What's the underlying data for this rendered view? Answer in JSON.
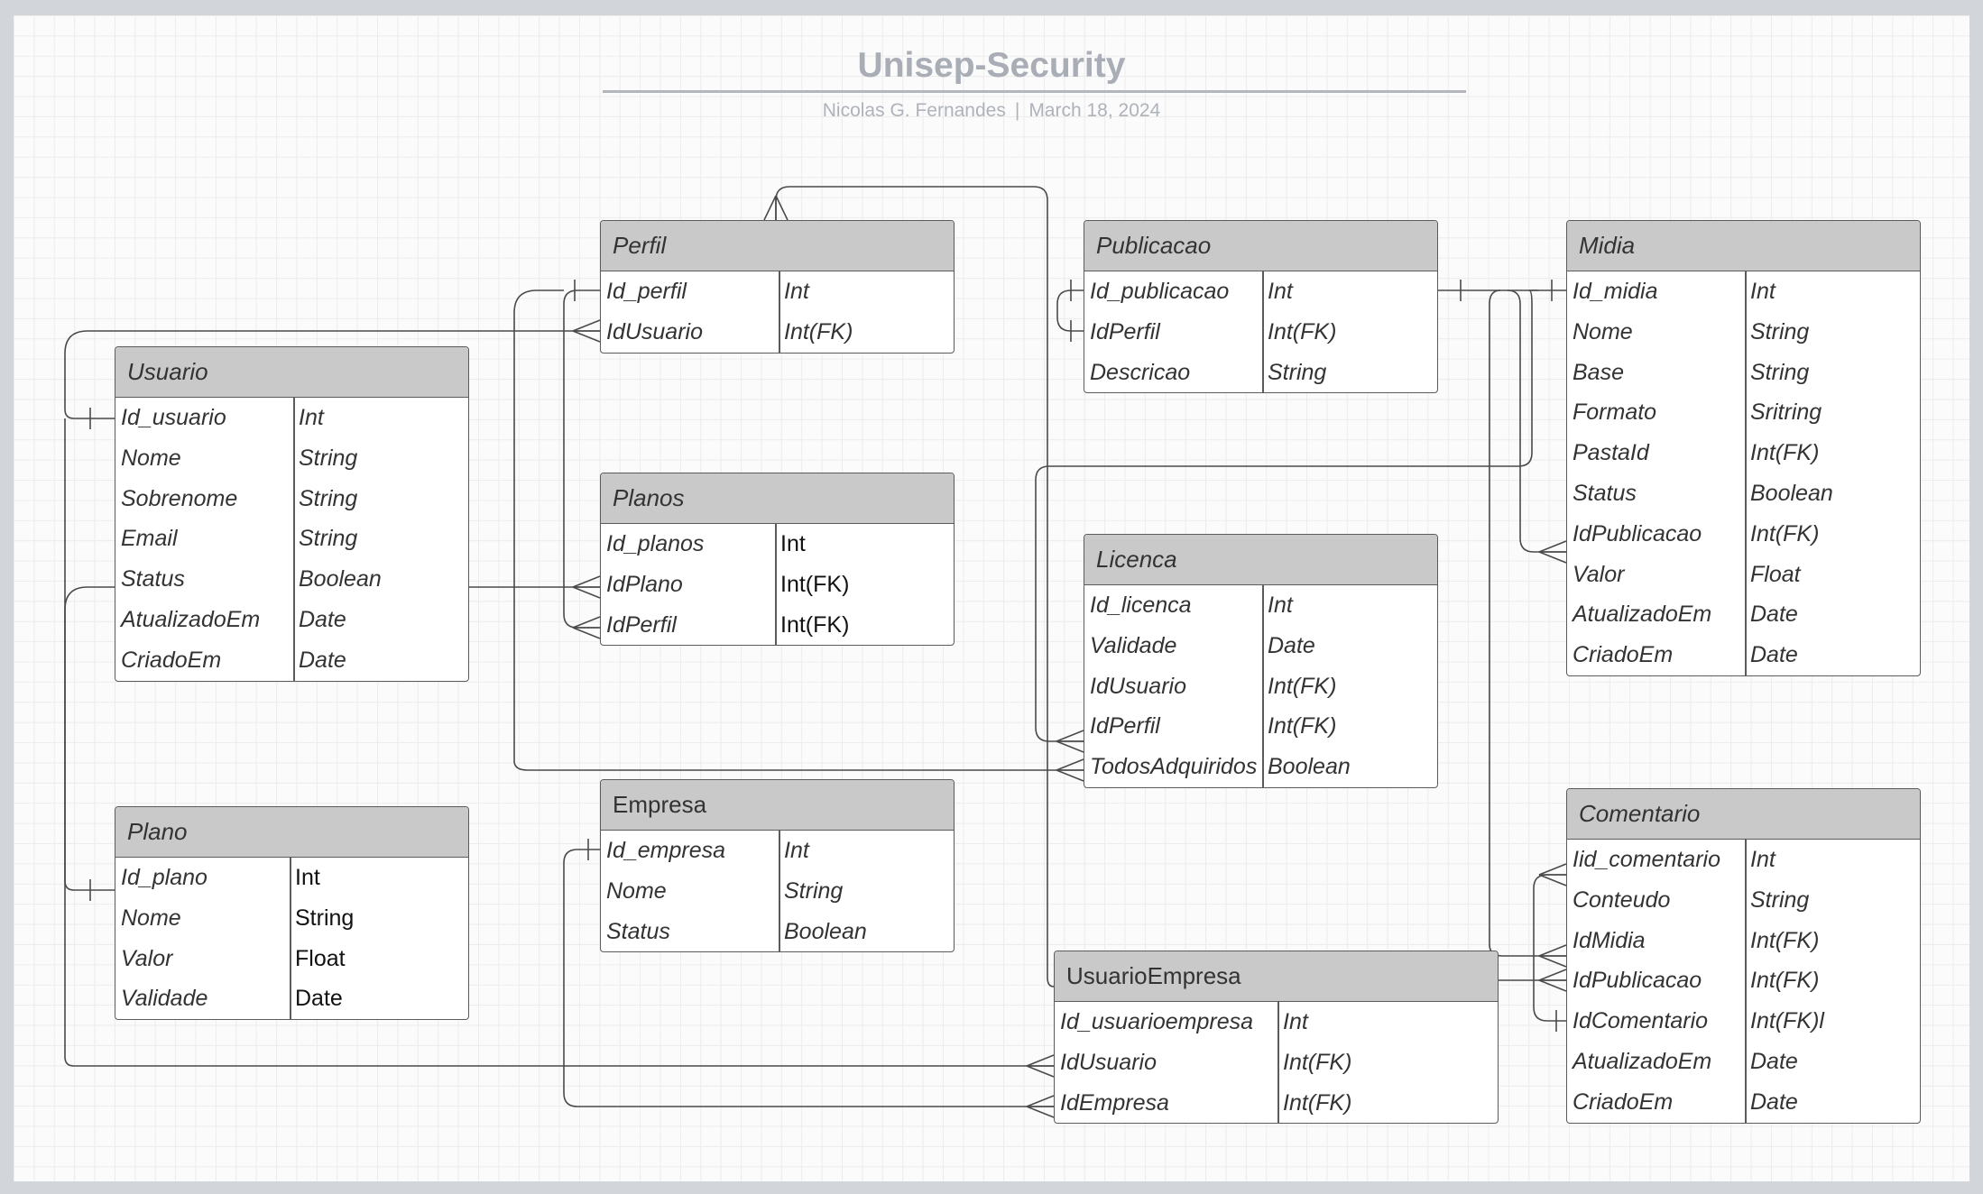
{
  "title": "Unisep-Security",
  "subtitle": {
    "author": "Nicolas G. Fernandes",
    "separator": "|",
    "date": "March 18, 2024"
  },
  "entities": {
    "perfil": {
      "name": "Perfil",
      "fields": [
        {
          "name": "Id_perfil",
          "type": "Int"
        },
        {
          "name": "IdUsuario",
          "type": "Int(FK)"
        }
      ]
    },
    "publicacao": {
      "name": "Publicacao",
      "fields": [
        {
          "name": "Id_publicacao",
          "type": "Int"
        },
        {
          "name": "IdPerfil",
          "type": "Int(FK)"
        },
        {
          "name": "Descricao",
          "type": "String"
        }
      ]
    },
    "midia": {
      "name": "Midia",
      "fields": [
        {
          "name": "Id_midia",
          "type": "Int"
        },
        {
          "name": "Nome",
          "type": "String"
        },
        {
          "name": "Base",
          "type": "String"
        },
        {
          "name": "Formato",
          "type": "Sritring"
        },
        {
          "name": "PastaId",
          "type": "Int(FK)"
        },
        {
          "name": "Status",
          "type": "Boolean"
        },
        {
          "name": "IdPublicacao",
          "type": "Int(FK)"
        },
        {
          "name": "Valor",
          "type": "Float"
        },
        {
          "name": "AtualizadoEm",
          "type": "Date"
        },
        {
          "name": "CriadoEm",
          "type": "Date"
        }
      ]
    },
    "usuario": {
      "name": "Usuario",
      "fields": [
        {
          "name": "Id_usuario",
          "type": "Int"
        },
        {
          "name": "Nome",
          "type": "String"
        },
        {
          "name": "Sobrenome",
          "type": "String"
        },
        {
          "name": "Email",
          "type": "String"
        },
        {
          "name": "Status",
          "type": "Boolean"
        },
        {
          "name": "AtualizadoEm",
          "type": "Date"
        },
        {
          "name": "CriadoEm",
          "type": "Date"
        }
      ]
    },
    "planos": {
      "name": "Planos",
      "fields": [
        {
          "name": "Id_planos",
          "type": "Int"
        },
        {
          "name": "IdPlano",
          "type": "Int(FK)"
        },
        {
          "name": "IdPerfil",
          "type": "Int(FK)"
        }
      ]
    },
    "licenca": {
      "name": "Licenca",
      "fields": [
        {
          "name": "Id_licenca",
          "type": "Int"
        },
        {
          "name": "Validade",
          "type": "Date"
        },
        {
          "name": "IdUsuario",
          "type": "Int(FK)"
        },
        {
          "name": "IdPerfil",
          "type": "Int(FK)"
        },
        {
          "name": "TodosAdquiridos",
          "type": "Boolean"
        }
      ]
    },
    "plano": {
      "name": "Plano",
      "fields": [
        {
          "name": "Id_plano",
          "type": "Int"
        },
        {
          "name": "Nome",
          "type": "String"
        },
        {
          "name": "Valor",
          "type": "Float"
        },
        {
          "name": "Validade",
          "type": "Date"
        }
      ]
    },
    "empresa": {
      "name": "Empresa",
      "fields": [
        {
          "name": "Id_empresa",
          "type": "Int"
        },
        {
          "name": "Nome",
          "type": "String"
        },
        {
          "name": "Status",
          "type": "Boolean"
        }
      ]
    },
    "comentario": {
      "name": "Comentario",
      "fields": [
        {
          "name": "Iid_comentario",
          "type": "Int"
        },
        {
          "name": "Conteudo",
          "type": "String"
        },
        {
          "name": "IdMidia",
          "type": "Int(FK)"
        },
        {
          "name": "IdPublicacao",
          "type": "Int(FK)"
        },
        {
          "name": "IdComentario",
          "type": "Int(FK)l"
        },
        {
          "name": "AtualizadoEm",
          "type": "Date"
        },
        {
          "name": "CriadoEm",
          "type": "Date"
        }
      ]
    },
    "usuarioempresa": {
      "name": "UsuarioEmpresa",
      "fields": [
        {
          "name": "Id_usuarioempresa",
          "type": "Int"
        },
        {
          "name": "IdUsuario",
          "type": "Int(FK)"
        },
        {
          "name": "IdEmpresa",
          "type": "Int(FK)"
        }
      ]
    }
  },
  "colors": {
    "line": "#4a4a4a",
    "header": "#c9c9c9",
    "border": "#5b5b5b",
    "title": "#a9adb6"
  }
}
